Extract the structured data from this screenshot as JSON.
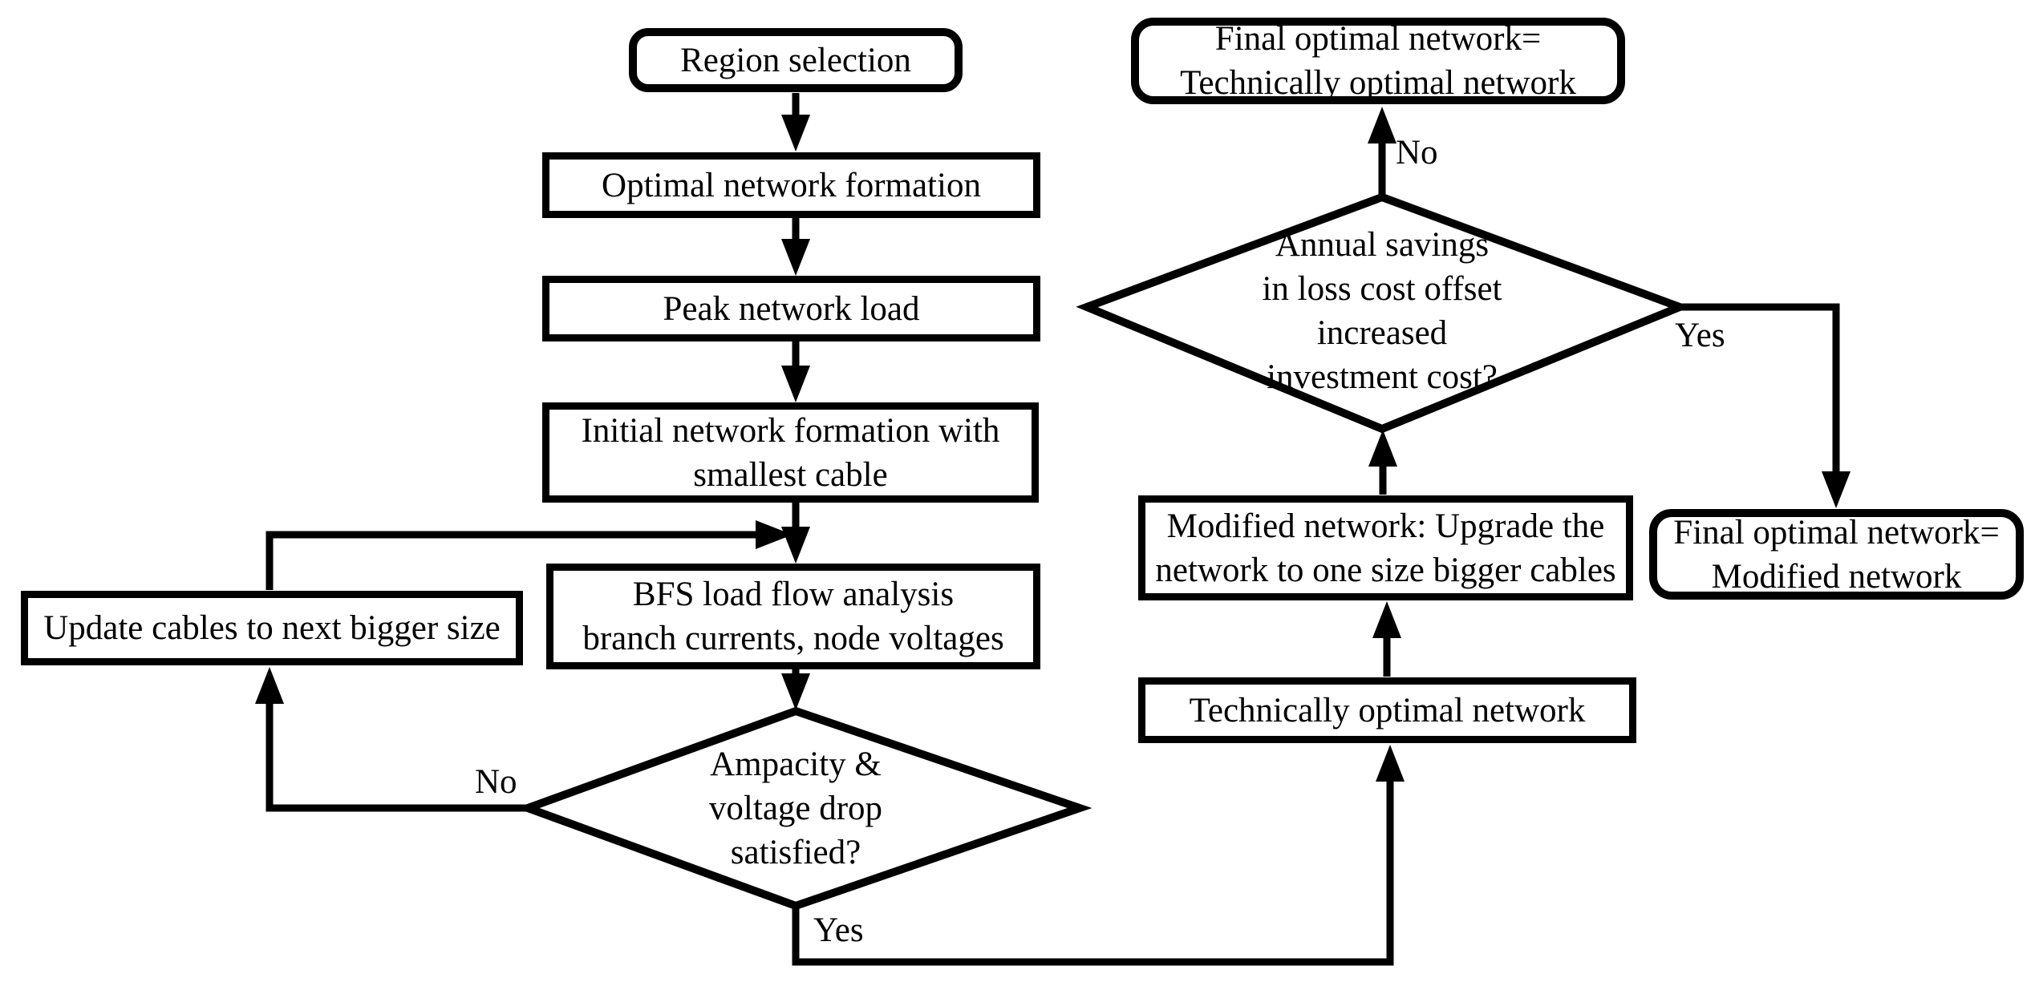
{
  "colors": {
    "ink": "#000000",
    "background": "#ffffff"
  },
  "nodes": {
    "region": {
      "lines": [
        "Region selection"
      ]
    },
    "optimal": {
      "lines": [
        "Optimal network formation"
      ]
    },
    "peak": {
      "lines": [
        "Peak network load"
      ]
    },
    "initial": {
      "lines": [
        "Initial network formation with",
        "smallest cable"
      ]
    },
    "bfs": {
      "lines": [
        "BFS load flow analysis",
        "branch currents, node voltages"
      ]
    },
    "update": {
      "lines": [
        "Update cables to next bigger size"
      ]
    },
    "ampacity_decision": {
      "lines": [
        "Ampacity &",
        "voltage drop",
        "satisfied?"
      ]
    },
    "technically": {
      "lines": [
        "Technically optimal network"
      ]
    },
    "modified": {
      "lines": [
        "Modified network: Upgrade the",
        "network to one size bigger cables"
      ]
    },
    "savings_decision": {
      "lines": [
        "Annual savings",
        "in loss cost offset",
        "increased",
        "investment cost?"
      ]
    },
    "final_technical": {
      "lines": [
        "Final optimal network=",
        "Technically optimal network"
      ]
    },
    "final_modified": {
      "lines": [
        "Final optimal network=",
        "Modified network"
      ]
    }
  },
  "edge_labels": {
    "ampacity_no": "No",
    "ampacity_yes": "Yes",
    "savings_no": "No",
    "savings_yes": "Yes"
  }
}
